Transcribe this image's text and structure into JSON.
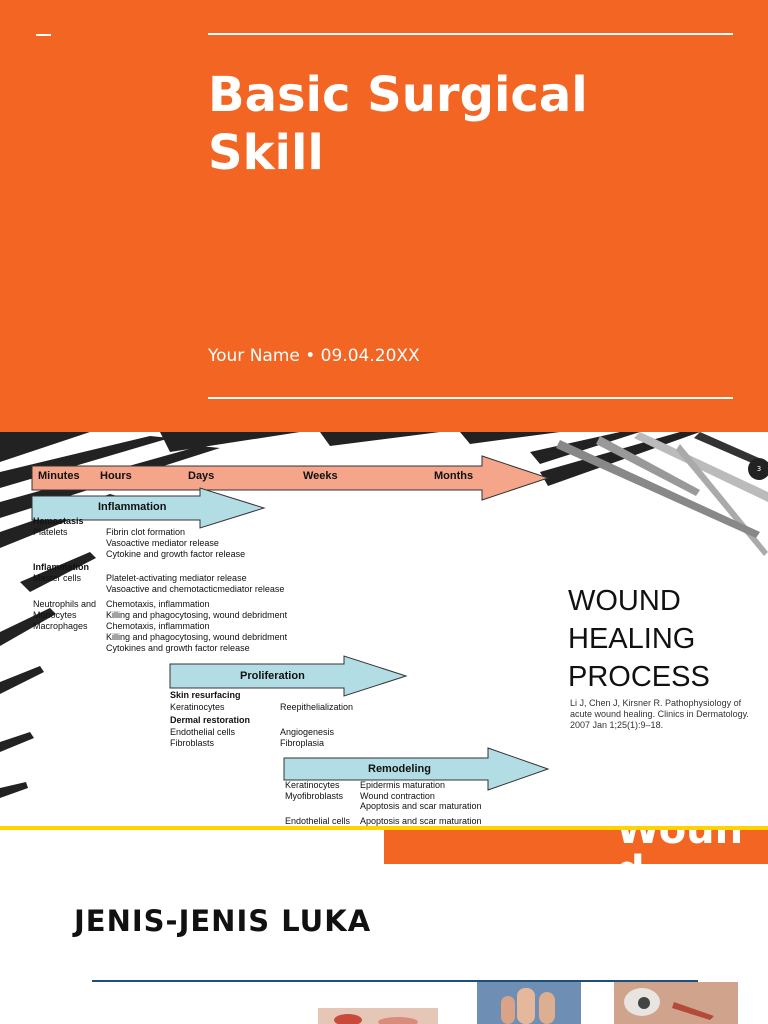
{
  "slide1": {
    "title_line1": "Basic Surgical",
    "title_line2": "Skill",
    "subtitle": "Your Name • 09.04.20XX"
  },
  "slide2": {
    "page_number": "3",
    "heading": [
      "WOUND",
      "HEALING",
      "PROCESS"
    ],
    "citation": "Li J, Chen J, Kirsner R. Pathophysiology of acute wound healing. Clinics in Dermatology. 2007 Jan 1;25(1):9–18.",
    "timeline": [
      "Minutes",
      "Hours",
      "Days",
      "Weeks",
      "Months"
    ],
    "phases": {
      "inflammation": "Inflammation",
      "proliferation": "Proliferation",
      "remodeling": "Remodeling"
    },
    "inflammation_rows": [
      {
        "left": "Hemostasis",
        "right": "",
        "bold": true
      },
      {
        "left": "Platelets",
        "right": "Fibrin clot formation"
      },
      {
        "left": "",
        "right": "Vasoactive mediator release"
      },
      {
        "left": "",
        "right": "Cytokine and growth factor release"
      },
      {
        "left": "Inflammation",
        "right": "",
        "bold": true
      },
      {
        "left": "Master cells",
        "right": "Platelet-activating mediator release"
      },
      {
        "left": "",
        "right": "Vasoactive and chemotacticmediator release"
      },
      {
        "left": "Neutrophils and",
        "right": "Chemotaxis, inflammation"
      },
      {
        "left": "Monocytes",
        "right": "Killing and phagocytosing, wound debridment"
      },
      {
        "left": "Macrophages",
        "right": "Chemotaxis, inflammation"
      },
      {
        "left": "",
        "right": "Killing and phagocytosing, wound debridment"
      },
      {
        "left": "",
        "right": "Cytokines and growth factor release"
      }
    ],
    "proliferation_rows": [
      {
        "left": "Skin resurfacing",
        "right": "",
        "bold": true
      },
      {
        "left": "Keratinocytes",
        "right": "Reepithelialization"
      },
      {
        "left": "Dermal restoration",
        "right": "",
        "bold": true
      },
      {
        "left": "Endothelial cells",
        "right": "Angiogenesis"
      },
      {
        "left": "Fibroblasts",
        "right": "Fibroplasia"
      }
    ],
    "remodeling_rows": [
      {
        "left": "Keratinocytes",
        "right": "Epidermis maturation"
      },
      {
        "left": "Myofibroblasts",
        "right": "Wound contraction"
      },
      {
        "left": "",
        "right": "Apoptosis and scar maturation"
      },
      {
        "left": "Endothelial cells",
        "right": "Apoptosis and scar maturation"
      }
    ]
  },
  "slide3": {
    "orange_text_1": "Woun",
    "orange_text_2": "d",
    "title": "JENIS-JENIS LUKA"
  },
  "colors": {
    "orange": "#f26522",
    "timeline_arrow": "#f4a58a",
    "phase_arrow": "#b3dde5",
    "yellow_bar": "#ffd400",
    "rule_blue": "#1f4e79"
  }
}
